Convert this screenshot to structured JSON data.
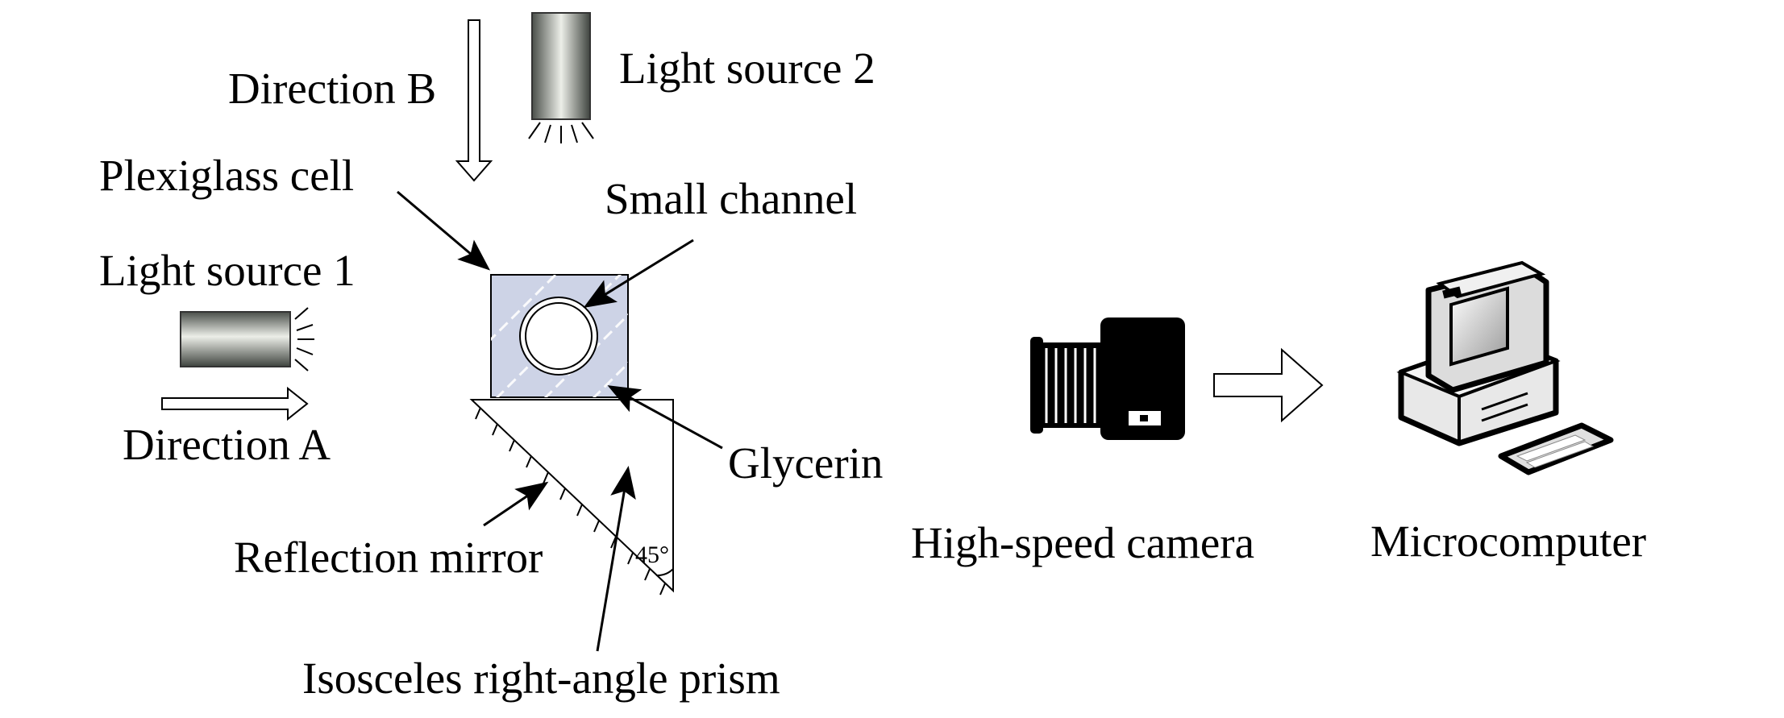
{
  "labels": {
    "direction_b": "Direction B",
    "light_source_2": "Light source 2",
    "plexiglass_cell": "Plexiglass cell",
    "small_channel": "Small channel",
    "light_source_1": "Light source 1",
    "direction_a": "Direction A",
    "glycerin": "Glycerin",
    "reflection_mirror": "Reflection mirror",
    "angle": "45°",
    "prism": "Isosceles right-angle prism",
    "camera": "High-speed camera",
    "computer": "Microcomputer"
  },
  "colors": {
    "cell_fill": "#cdd3e6",
    "ink": "#000000",
    "lamp_dark": "#4a4f4a",
    "lamp_light": "#eceee8"
  },
  "icons": {
    "camera": "camera-icon",
    "computer": "computer-icon"
  }
}
